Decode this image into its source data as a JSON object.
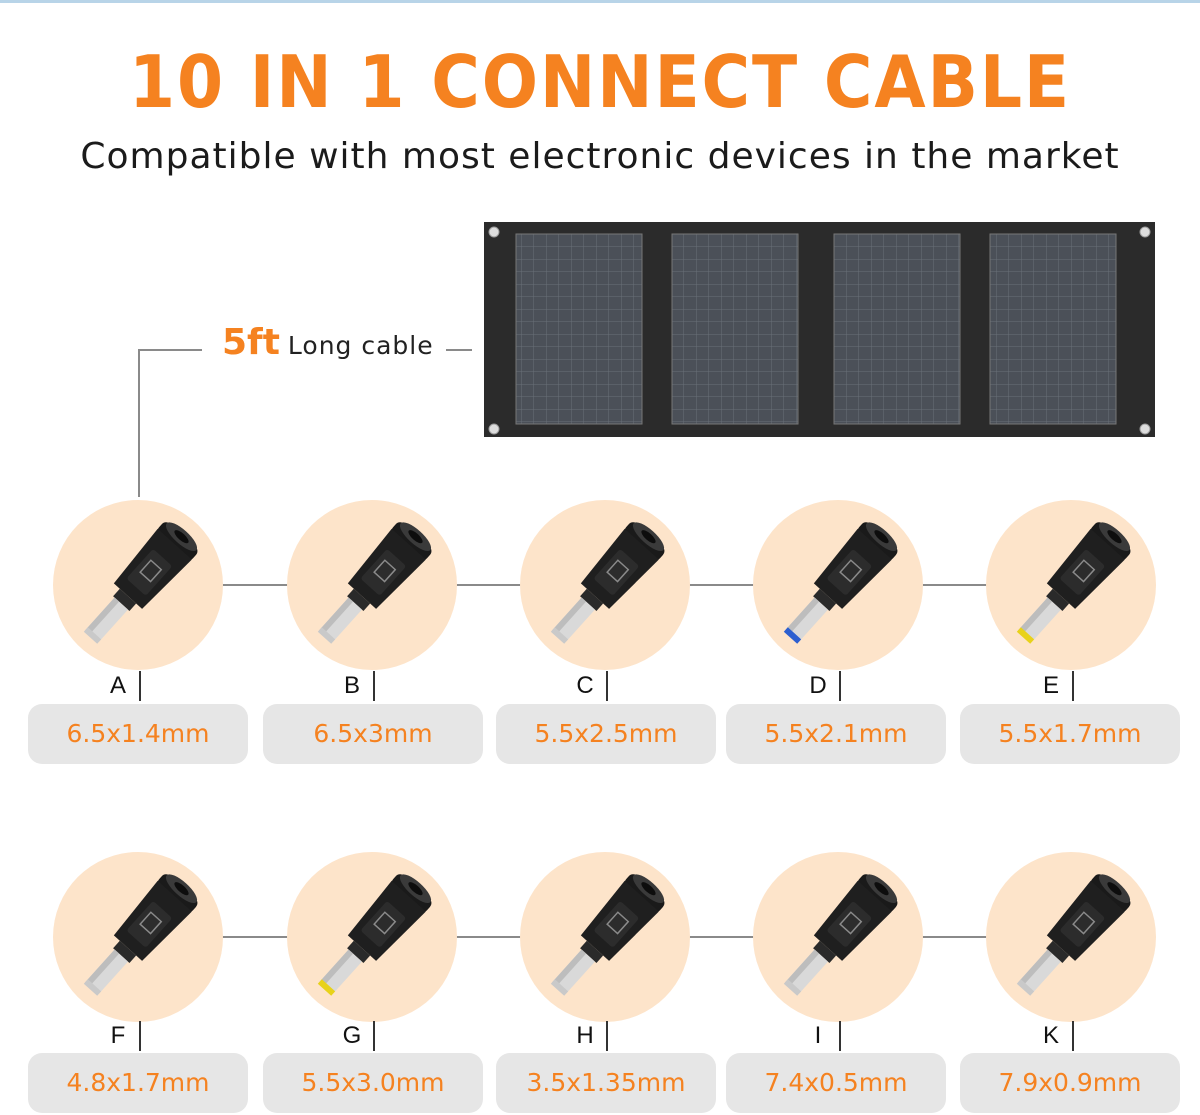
{
  "header": {
    "title": "10 IN 1 CONNECT CABLE",
    "subtitle": "Compatible with most electronic devices in the market"
  },
  "cable": {
    "length": "5ft",
    "description": "Long cable"
  },
  "colors": {
    "accent": "#f58220",
    "circle": "#fde4ca",
    "box": "#e6e6e6",
    "panel": "#2b2b2b"
  },
  "connectors": [
    {
      "letter": "A",
      "size": "6.5x1.4mm",
      "tip": "#c9c9c9"
    },
    {
      "letter": "B",
      "size": "6.5x3mm",
      "tip": "#c9c9c9"
    },
    {
      "letter": "C",
      "size": "5.5x2.5mm",
      "tip": "#c9c9c9"
    },
    {
      "letter": "D",
      "size": "5.5x2.1mm",
      "tip": "#2d5fd0"
    },
    {
      "letter": "E",
      "size": "5.5x1.7mm",
      "tip": "#e8d21a"
    },
    {
      "letter": "F",
      "size": "4.8x1.7mm",
      "tip": "#c9c9c9"
    },
    {
      "letter": "G",
      "size": "5.5x3.0mm",
      "tip": "#e8d21a"
    },
    {
      "letter": "H",
      "size": "3.5x1.35mm",
      "tip": "#c9c9c9"
    },
    {
      "letter": "I",
      "size": "7.4x0.5mm",
      "tip": "#c9c9c9"
    },
    {
      "letter": "K",
      "size": "7.9x0.9mm",
      "tip": "#c9c9c9"
    }
  ]
}
